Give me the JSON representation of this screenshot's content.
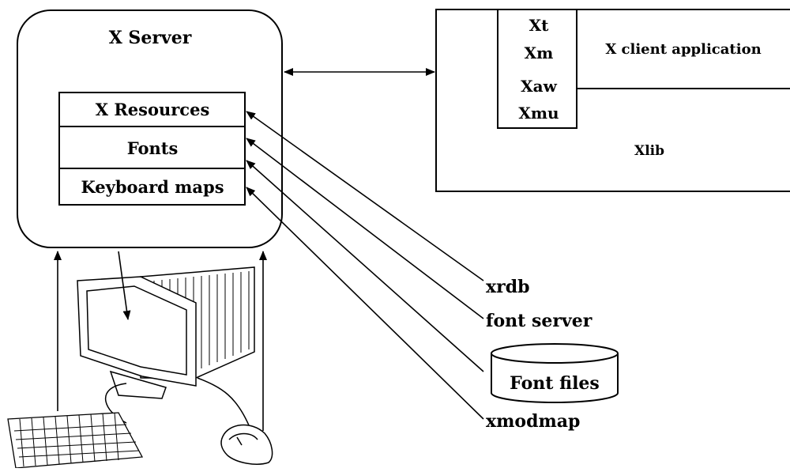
{
  "server": {
    "title": "X Server",
    "rows": [
      "X Resources",
      "Fonts",
      "Keyboard maps"
    ]
  },
  "client": {
    "libs": [
      "Xt",
      "Xm",
      "Xaw",
      "Xmu"
    ],
    "application": "X client application",
    "xlib": "Xlib"
  },
  "tools": {
    "xrdb": "xrdb",
    "font_server": "font server",
    "font_files": "Font files",
    "xmodmap": "xmodmap"
  }
}
